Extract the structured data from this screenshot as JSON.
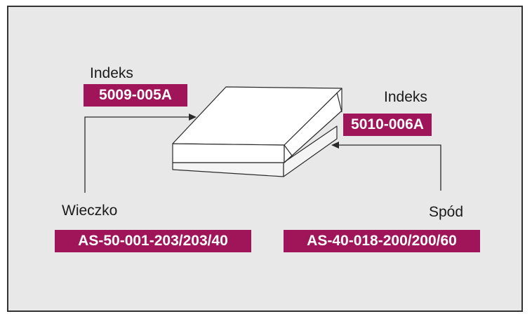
{
  "colors": {
    "tag_background": "#a0155a",
    "frame_background": "#e8e8e8",
    "line": "#2a2a2a"
  },
  "left_lid": {
    "index_label": "Indeks",
    "index_code": "5009-005A",
    "part_label": "Wieczko",
    "part_code": "AS-50-001-203/203/40"
  },
  "right_base": {
    "index_label": "Indeks",
    "index_code": "5010-006A",
    "part_label": "Spód",
    "part_code": "AS-40-018-200/200/60"
  }
}
